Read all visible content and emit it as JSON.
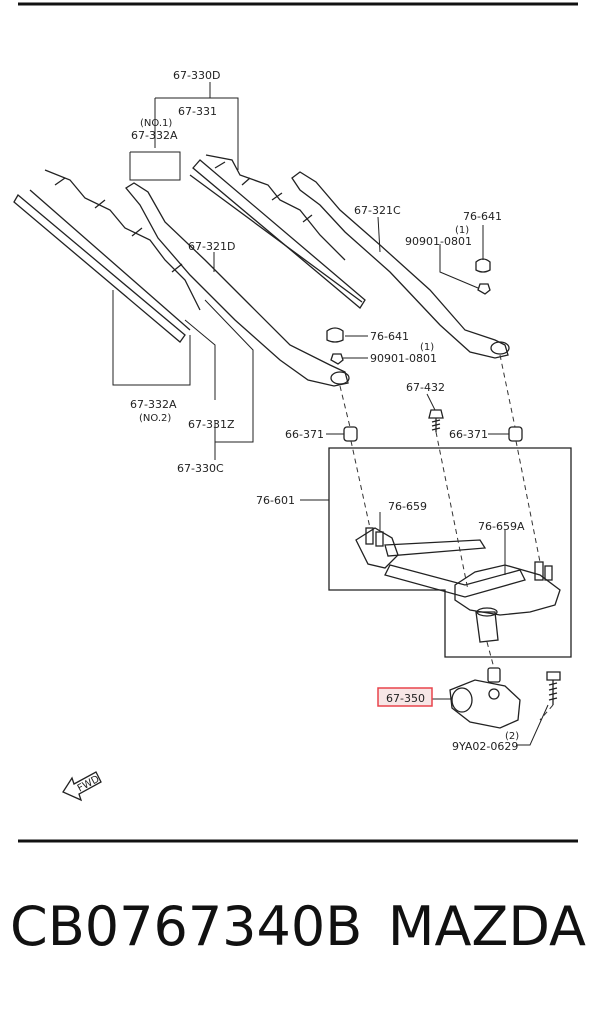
{
  "diagram": {
    "labels": {
      "l_67_330D": "67-330D",
      "l_no1": "(NO.1)",
      "l_67_331": "67-331",
      "l_67_332A_top": "67-332A",
      "l_67_321C": "67-321C",
      "l_76_641_top": "76-641",
      "l_qty1_top": "(1)",
      "l_90901_top": "90901-0801",
      "l_67_321D": "67-321D",
      "l_76_641_mid": "76-641",
      "l_qty1_mid": "(1)",
      "l_90901_mid": "90901-0801",
      "l_67_432": "67-432",
      "l_66_371_left": "66-371",
      "l_66_371_right": "66-371",
      "l_67_332A_bot": "67-332A",
      "l_no2": "(NO.2)",
      "l_67_331Z": "67-331Z",
      "l_67_330C": "67-330C",
      "l_76_601": "76-601",
      "l_76_659": "76-659",
      "l_76_659A": "76-659A",
      "l_67_350": "67-350",
      "l_qty2": "(2)",
      "l_9YA02": "9YA02-0629",
      "l_fwd": "FWD"
    },
    "highlight_color": "#e8434b"
  },
  "footer": {
    "part_number": "CB0767340B",
    "brand": "MAZDA"
  }
}
